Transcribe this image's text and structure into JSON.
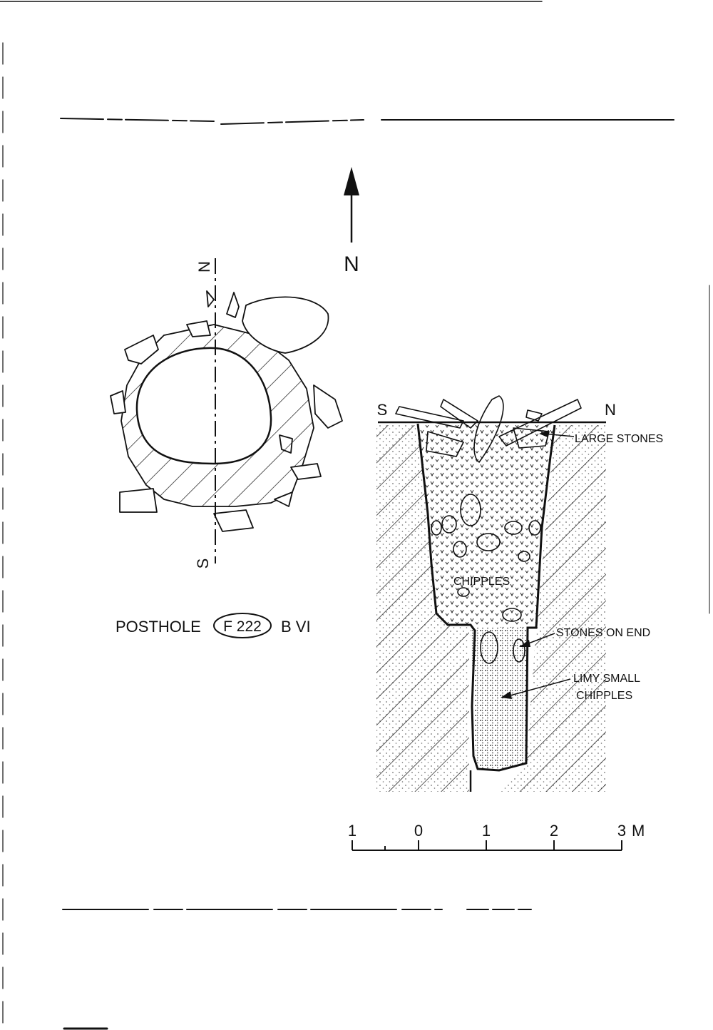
{
  "north_arrow": {
    "label": "N"
  },
  "plan": {
    "north_label": "N",
    "south_label": "S"
  },
  "caption": {
    "posthole": "POSTHOLE",
    "feature_id": "F 222",
    "area": "B VI"
  },
  "section": {
    "south_label": "S",
    "north_label": "N",
    "annotations": {
      "large_stones": "LARGE STONES",
      "chipples": "CHIPPLES",
      "stones_on_end": "STONES ON END",
      "limy_line1": "LIMY SMALL",
      "limy_line2": "CHIPPLES"
    }
  },
  "scale_bar": {
    "ticks": [
      "1",
      "0",
      "1",
      "2",
      "3"
    ],
    "unit": "M"
  },
  "colors": {
    "ink": "#111111",
    "paper": "#ffffff"
  }
}
